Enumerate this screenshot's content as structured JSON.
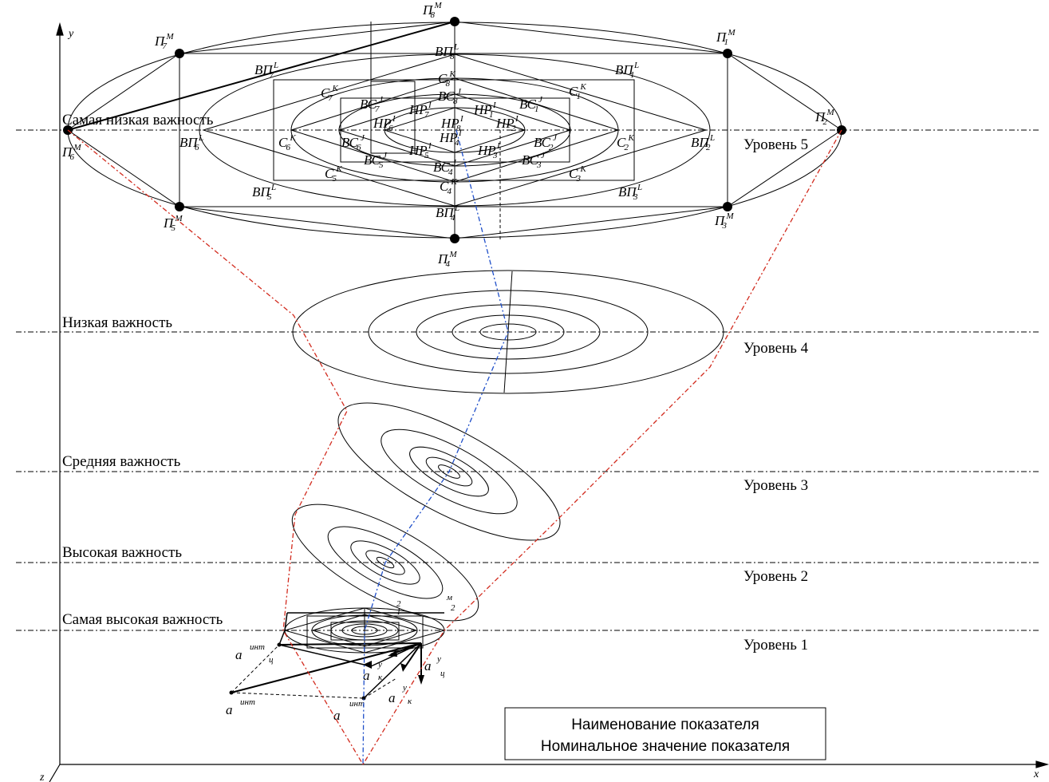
{
  "axes": {
    "y": "y",
    "x": "x",
    "z": "z"
  },
  "importance": {
    "lowest": "Самая низкая важность",
    "low": "Низкая важность",
    "medium": "Средняя важность",
    "high": "Высокая важность",
    "highest": "Самая высокая важность"
  },
  "levels": {
    "l5": "Уровень 5",
    "l4": "Уровень 4",
    "l3": "Уровень 3",
    "l2": "Уровень 2",
    "l1": "Уровень 1"
  },
  "legend_box": {
    "line1": "Наименование показателя",
    "line2": "Номинальное значение показателя"
  },
  "point_labels": {
    "P": {
      "base": "П",
      "sup": "M"
    },
    "VP": {
      "base": "ВП",
      "sup": "L"
    },
    "C": {
      "base": "C",
      "sup": "K"
    },
    "VC": {
      "base": "ВС",
      "sup": "J"
    },
    "NR": {
      "base": "НР",
      "sup": "I"
    }
  },
  "vectors": {
    "a_int": "a",
    "a_int_sup": "инт",
    "a_c": "ц",
    "a_k": "к",
    "a_y": "у"
  },
  "small_labels": {
    "m2": "м",
    "two": "2",
    "one": "1"
  },
  "colors": {
    "red_dashed": "#d22b1e",
    "blue_dashed": "#1f4fc9",
    "line": "#000000"
  }
}
